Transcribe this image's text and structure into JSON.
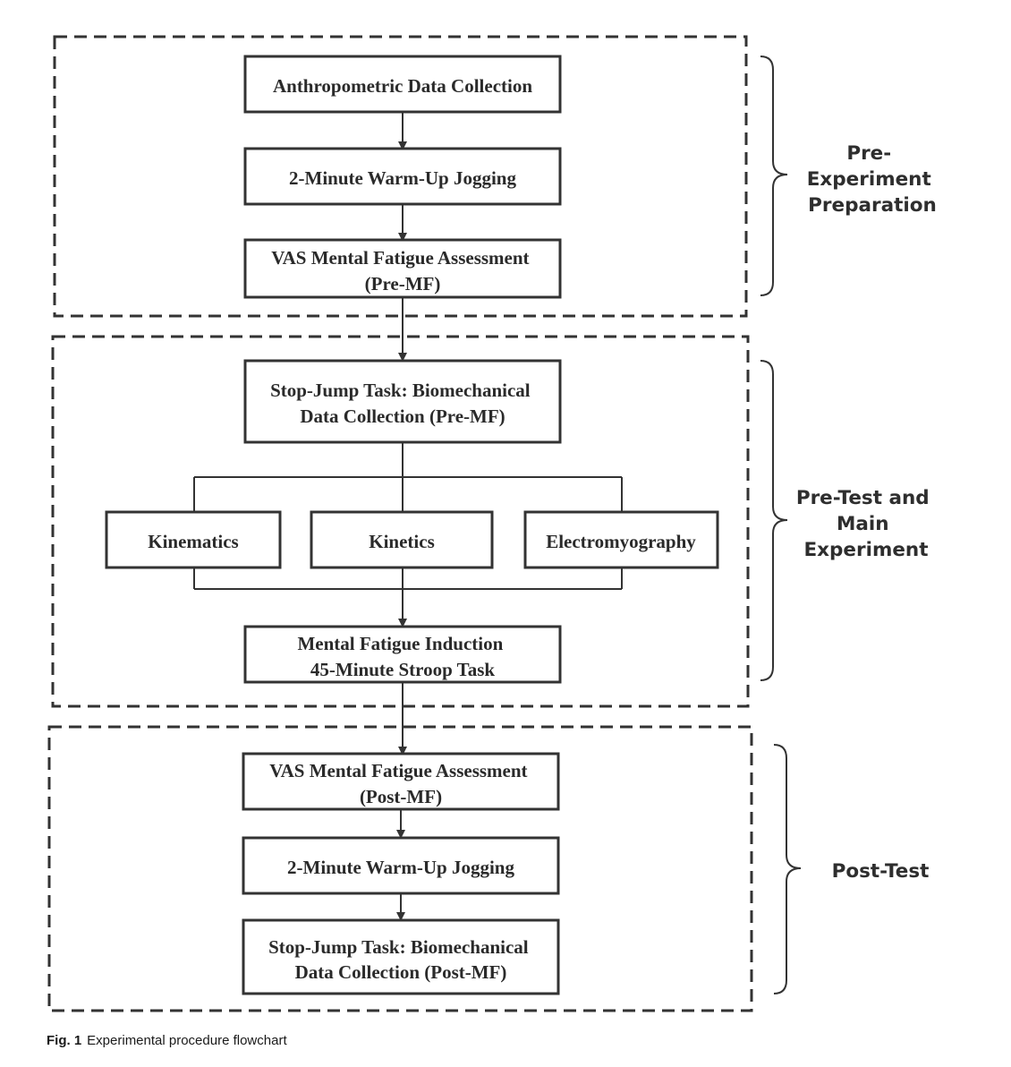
{
  "phases": [
    {
      "id": "pre-experiment",
      "label_lines": [
        "Pre-",
        "Experiment",
        "Preparation"
      ]
    },
    {
      "id": "pre-test",
      "label_lines": [
        "Pre-Test and",
        "Main",
        "Experiment"
      ]
    },
    {
      "id": "post-test",
      "label_lines": [
        "Post-Test"
      ]
    }
  ],
  "steps": {
    "anthropometric": [
      "Anthropometric Data Collection"
    ],
    "warmup_pre": [
      "2-Minute Warm-Up Jogging"
    ],
    "vas_pre": [
      "VAS Mental Fatigue Assessment",
      "(Pre-MF)"
    ],
    "stopjump_pre": [
      "Stop-Jump Task: Biomechanical",
      "Data Collection (Pre-MF)"
    ],
    "kinematics": [
      "Kinematics"
    ],
    "kinetics": [
      "Kinetics"
    ],
    "emg": [
      "Electromyography"
    ],
    "mf_induction": [
      "Mental Fatigue Induction",
      "45-Minute Stroop Task"
    ],
    "vas_post": [
      "VAS Mental Fatigue Assessment",
      "(Post-MF)"
    ],
    "warmup_post": [
      "2-Minute Warm-Up Jogging"
    ],
    "stopjump_post": [
      "Stop-Jump Task: Biomechanical",
      "Data Collection (Post-MF)"
    ]
  },
  "caption": {
    "label": "Fig. 1",
    "text": "Experimental procedure flowchart"
  }
}
